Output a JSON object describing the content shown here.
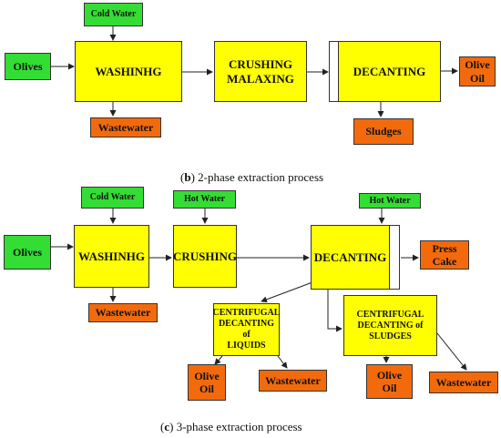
{
  "process_2phase": {
    "caption_letter": "b",
    "caption_text": " 2-phase extraction process",
    "inputs": {
      "cold_water": "Cold Water",
      "olives": "Olives"
    },
    "steps": {
      "washing": "WASHINHG",
      "crushing_line1": "CRUSHING",
      "crushing_line2": "MALAXING",
      "decanting": "DECANTING"
    },
    "outputs": {
      "olive_oil_line1": "Olive",
      "olive_oil_line2": "Oil",
      "wastewater": "Wastewater",
      "sludges": "Sludges"
    }
  },
  "process_3phase": {
    "caption_letter": "c",
    "caption_text": " 3-phase extraction process",
    "inputs": {
      "cold_water": "Cold Water",
      "hot_water_crushing": "Hot Water",
      "hot_water_decanting": "Hot Water",
      "olives": "Olives"
    },
    "steps": {
      "washing": "WASHINHG",
      "crushing": "CRUSHING",
      "decanting": "DECANTING",
      "cent_liquids_line1": "CENTRIFUGAL",
      "cent_liquids_line2": "DECANTING of",
      "cent_liquids_line3": "LIQUIDS",
      "cent_sludges_line1": "CENTRIFUGAL",
      "cent_sludges_line2": "DECANTING of",
      "cent_sludges_line3": "SLUDGES"
    },
    "outputs": {
      "press_cake_line1": "Press",
      "press_cake_line2": "Cake",
      "wastewater_washing": "Wastewater",
      "olive_oil_line1": "Olive",
      "olive_oil_line2": "Oil",
      "wastewater_liquids": "Wastewater",
      "olive_oil2_line1": "Olive",
      "olive_oil2_line2": "Oil",
      "wastewater_sludges": "Wastewater"
    }
  },
  "colors": {
    "input": "#33dd33",
    "step": "#ffff00",
    "output": "#f36a0c"
  }
}
